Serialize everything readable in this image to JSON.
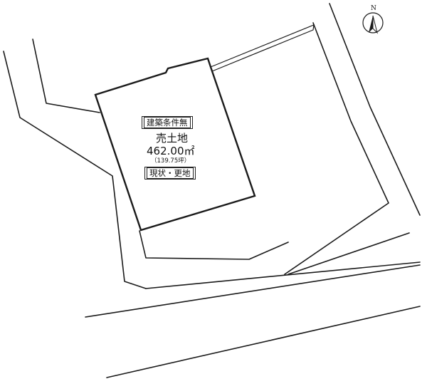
{
  "map": {
    "compass": {
      "label": "N",
      "icon": "north-arrow-icon"
    },
    "lot": {
      "condition_label": "建築条件無",
      "sale_title": "売土地",
      "area_m2": "462.00㎡",
      "area_tsubo": "（139.75坪）",
      "status_label": "現状・更地"
    },
    "colors": {
      "line": "#1a1a1a",
      "background": "#ffffff"
    }
  }
}
